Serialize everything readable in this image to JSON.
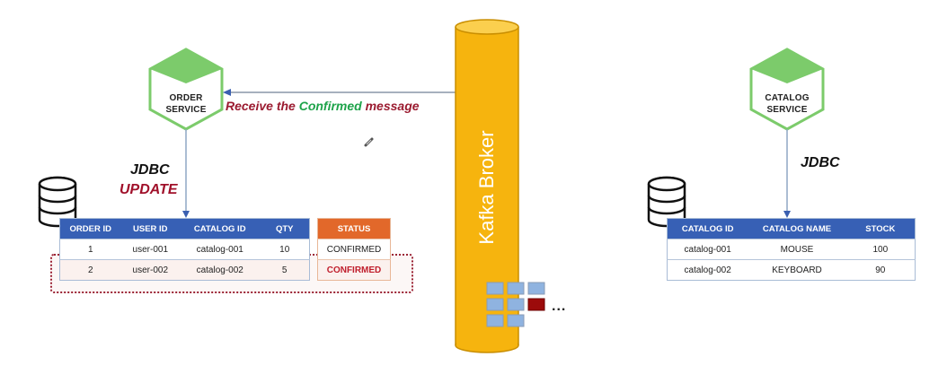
{
  "order_service": {
    "line1": "ORDER",
    "line2": "SERVICE"
  },
  "catalog_service": {
    "line1": "CATALOG",
    "line2": "SERVICE"
  },
  "message": {
    "part1": "Receive the ",
    "part2": "Confirmed",
    "part3": " message"
  },
  "order_jdbc": {
    "line1": "JDBC",
    "line2": "UPDATE"
  },
  "catalog_jdbc": {
    "label": "JDBC"
  },
  "broker": {
    "label": "Kafka Broker",
    "more": "..."
  },
  "orders_table": {
    "headers": [
      "ORDER ID",
      "USER ID",
      "CATALOG ID",
      "QTY"
    ],
    "rows": [
      [
        "1",
        "user-001",
        "catalog-001",
        "10"
      ],
      [
        "2",
        "user-002",
        "catalog-002",
        "5"
      ]
    ]
  },
  "status_table": {
    "header": "STATUS",
    "rows": [
      "CONFIRMED",
      "CONFIRMED"
    ]
  },
  "catalog_table": {
    "headers": [
      "CATALOG ID",
      "CATALOG NAME",
      "STOCK"
    ],
    "rows": [
      [
        "catalog-001",
        "MOUSE",
        "100"
      ],
      [
        "catalog-002",
        "KEYBOARD",
        "90"
      ]
    ]
  },
  "colors": {
    "service_green": "#7ccb6b",
    "table_header_blue": "#3760b5",
    "status_orange": "#e2682a",
    "broker_yellow": "#f6b40e",
    "message_red": "#9b1b30",
    "confirmed_green": "#1ea34a"
  }
}
